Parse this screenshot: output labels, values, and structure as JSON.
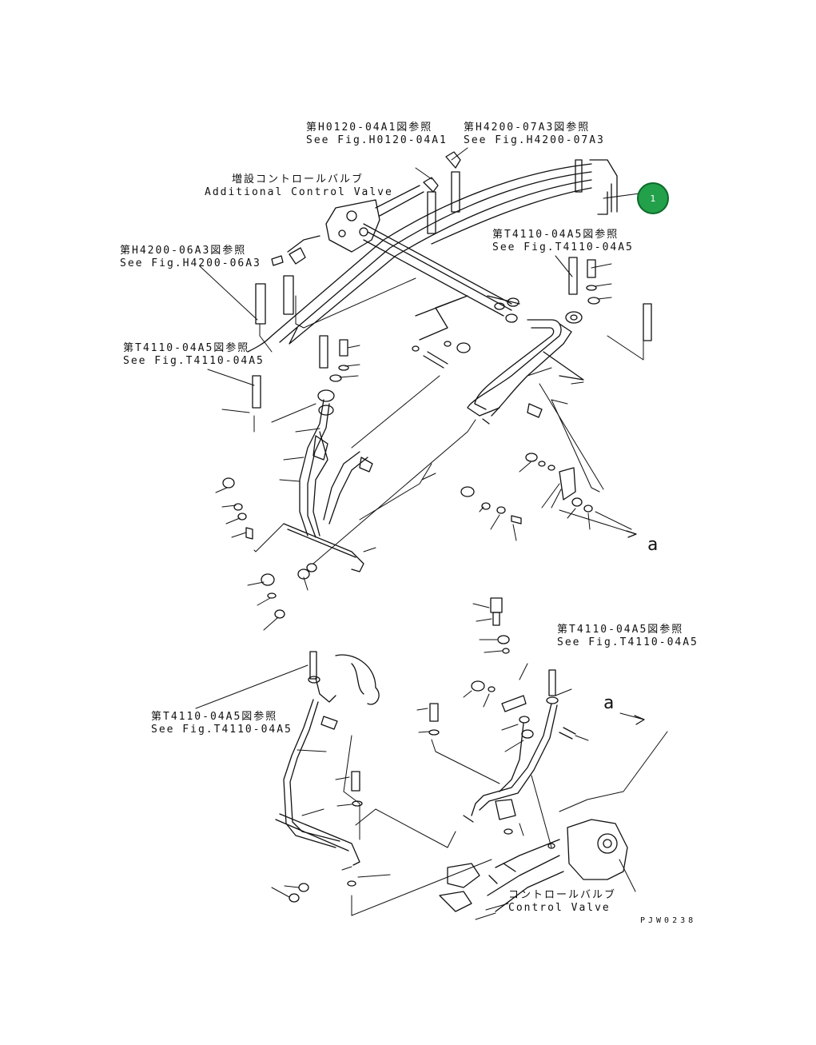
{
  "diagram": {
    "refs": {
      "h0120": {
        "jp": "第H0120-04A1図参照",
        "en": "See Fig.H0120-04A1"
      },
      "h4200_07": {
        "jp": "第H4200-07A3図参照",
        "en": "See Fig.H4200-07A3"
      },
      "add_valve": {
        "jp": "増設コントロールバルブ",
        "en": "Additional Control Valve"
      },
      "h4200_06": {
        "jp": "第H4200-06A3図参照",
        "en": "See Fig.H4200-06A3"
      },
      "t4110_right": {
        "jp": "第T4110-04A5図参照",
        "en": "See Fig.T4110-04A5"
      },
      "t4110_left": {
        "jp": "第T4110-04A5図参照",
        "en": "See Fig.T4110-04A5"
      },
      "t4110_lower_right": {
        "jp": "第T4110-04A5図参照",
        "en": "See Fig.T4110-04A5"
      },
      "t4110_lower_left": {
        "jp": "第T4110-04A5図参照",
        "en": "See Fig.T4110-04A5"
      },
      "control_valve": {
        "jp": "コントロールバルブ",
        "en": "Control Valve"
      }
    },
    "markers": {
      "a_upper": "a",
      "a_lower": "a"
    },
    "callout": "1",
    "drawing_code": "PJW0238"
  }
}
